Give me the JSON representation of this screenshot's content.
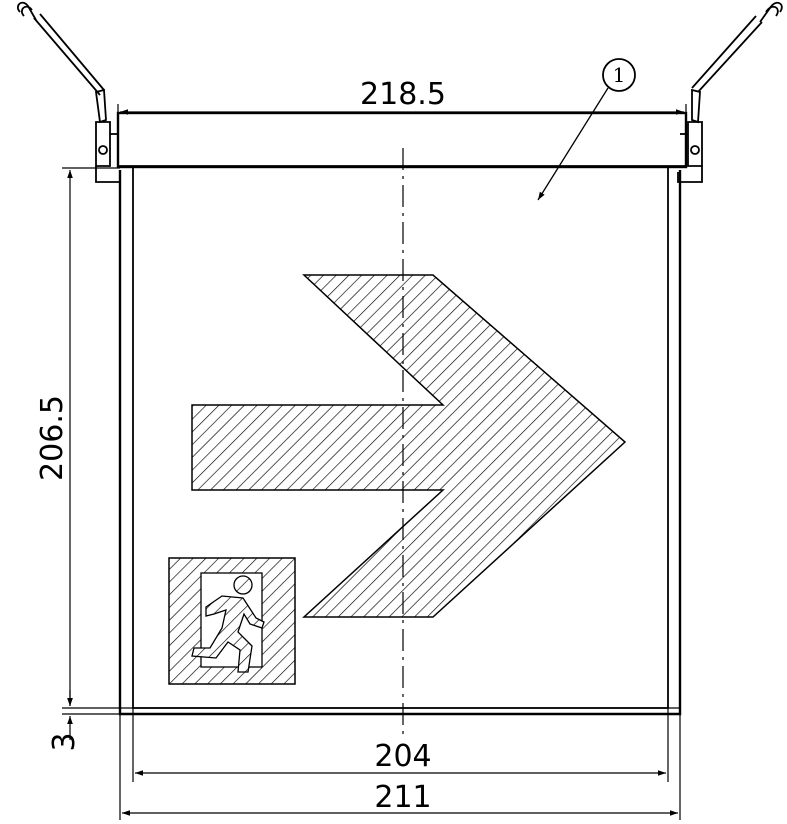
{
  "dimensions": {
    "top_width": "218.5",
    "height": "206.5",
    "bottom_gap": "3",
    "inner_width": "204",
    "outer_width": "211"
  },
  "callout": {
    "label": "1"
  }
}
